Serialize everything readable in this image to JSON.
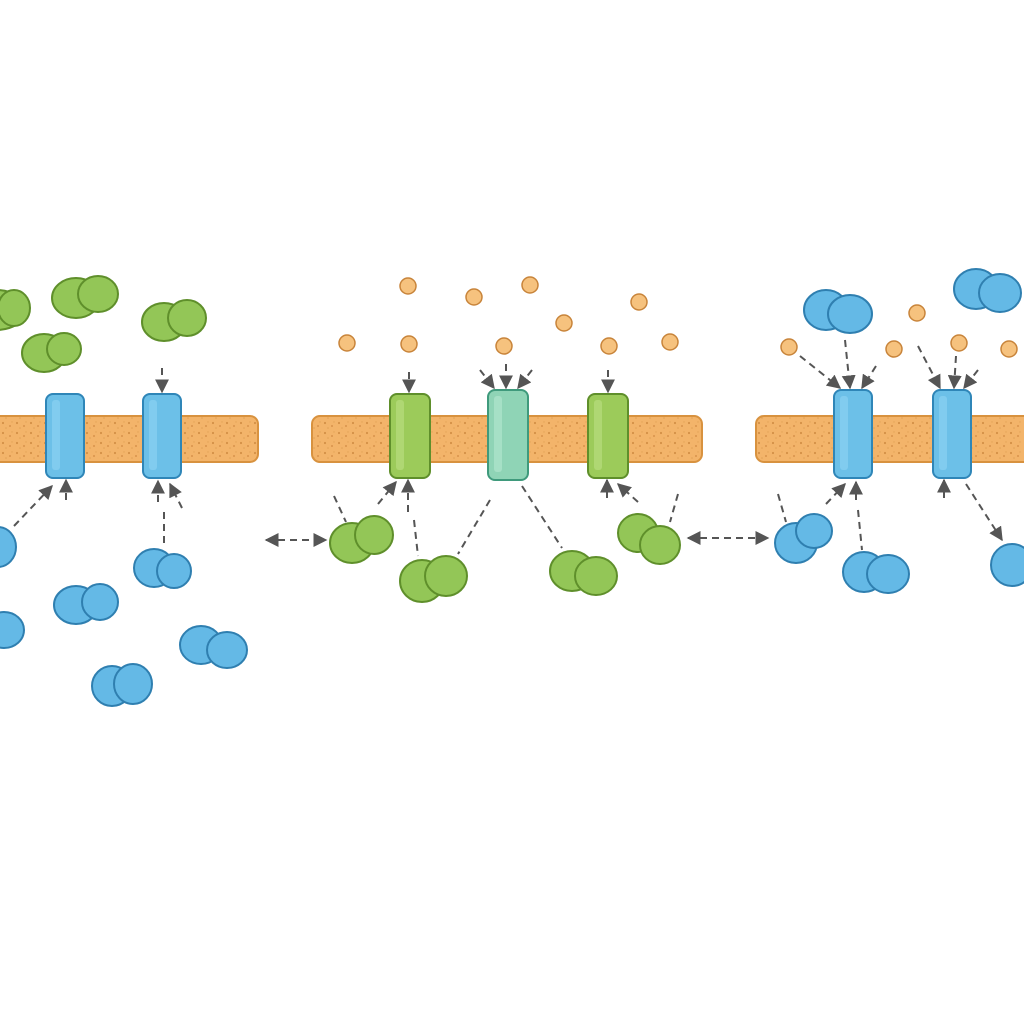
{
  "diagram": {
    "panels": [
      {
        "name": "panel-left",
        "channel_colors": [
          "blue",
          "blue"
        ]
      },
      {
        "name": "panel-middle",
        "channel_colors": [
          "green",
          "teal",
          "green"
        ]
      },
      {
        "name": "panel-right",
        "channel_colors": [
          "blue",
          "blue"
        ]
      }
    ],
    "link_arrows": 2,
    "colors": {
      "background": "#ffffff",
      "membrane_fill": "#f3b46a",
      "membrane_edge": "#d8923f",
      "membrane_speckle": "#c9823a",
      "channel_blue_fill": "#6cc0e8",
      "channel_blue_edge": "#2f86b8",
      "channel_green_fill": "#9ccb5a",
      "channel_green_edge": "#5f8f2b",
      "channel_teal_fill": "#8fd4b6",
      "channel_teal_edge": "#3f9a7c",
      "molecule_green_fill": "#93c657",
      "molecule_green_edge": "#5f8f2b",
      "molecule_blue_fill": "#64b9e6",
      "molecule_blue_edge": "#2f7fb0",
      "ion_fill": "#f6c27e",
      "ion_edge": "#c8843a",
      "arrow": "#555555"
    }
  }
}
